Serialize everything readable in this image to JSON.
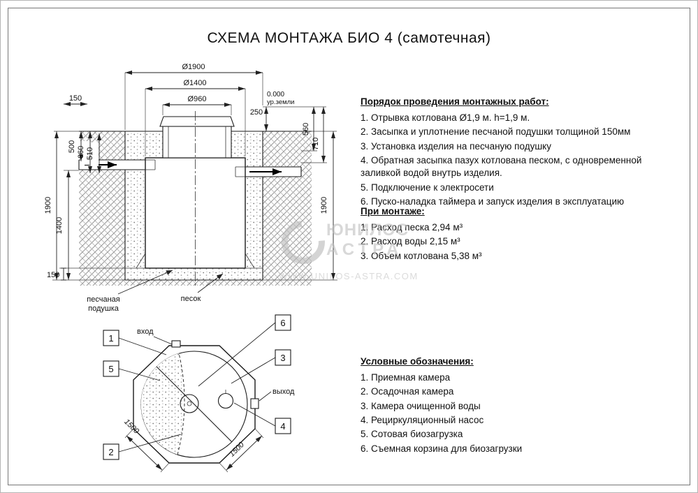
{
  "page": {
    "title": "СХЕМА МОНТАЖА БИО 4 (самотечная)"
  },
  "cross_section": {
    "dims": {
      "top_diameter": "Ø1900",
      "mid_diameter": "Ø1400",
      "neck_diameter": "Ø960",
      "zero_level": "0.000",
      "ground_level": "ур.земли",
      "offset_250": "250",
      "pipe_150": "150",
      "depth_500": "500",
      "depth_660": "660",
      "depth_510": "510",
      "pit_depth_left": "1900",
      "body_depth": "1400",
      "cushion_150": "150",
      "depth_560": "560",
      "depth_710": "710",
      "pit_depth_right": "1900"
    },
    "labels": {
      "sand_cushion_line1": "песчаная",
      "sand_cushion_line2": "подушка",
      "sand": "песок"
    }
  },
  "top_view": {
    "callout_1": "1",
    "callout_2": "2",
    "callout_3": "3",
    "callout_4": "4",
    "callout_5": "5",
    "callout_6": "6",
    "inlet": "вход",
    "outlet": "выход",
    "dim_left": "1500",
    "dim_bottom": "1500"
  },
  "sections": {
    "order": {
      "heading": "Порядок проведения монтажных работ:",
      "items": [
        "1. Отрывка котлована Ø1,9 м. h=1,9 м.",
        "2. Засыпка и уплотнение песчаной подушки толщиной 150мм",
        "3. Установка изделия на песчаную подушку",
        "4. Обратная засыпка пазух котлована песком, с одновременной заливкой водой внутрь изделия.",
        "5. Подключение к электросети",
        "6. Пуско-наладка таймера и запуск изделия в эксплуатацию"
      ]
    },
    "montage": {
      "heading": "При монтаже:",
      "items": [
        "1. Расход песка 2,94 м³",
        "2. Расход воды 2,15 м³",
        "3. Объем котлована 5,38 м³"
      ]
    },
    "legend": {
      "heading": "Условные обозначения:",
      "items": [
        "1. Приемная камера",
        "2. Осадочная камера",
        "3. Камера очищенной воды",
        "4. Рециркуляционный насос",
        "5. Сотовая биозагрузка",
        "6. Съемная корзина для биозагрузки"
      ]
    }
  },
  "watermark": {
    "brand_line1": "ЮНИЛОС",
    "brand_line2": "АСТРА",
    "url": "WWW.UNILOS-ASTRA.COM"
  }
}
